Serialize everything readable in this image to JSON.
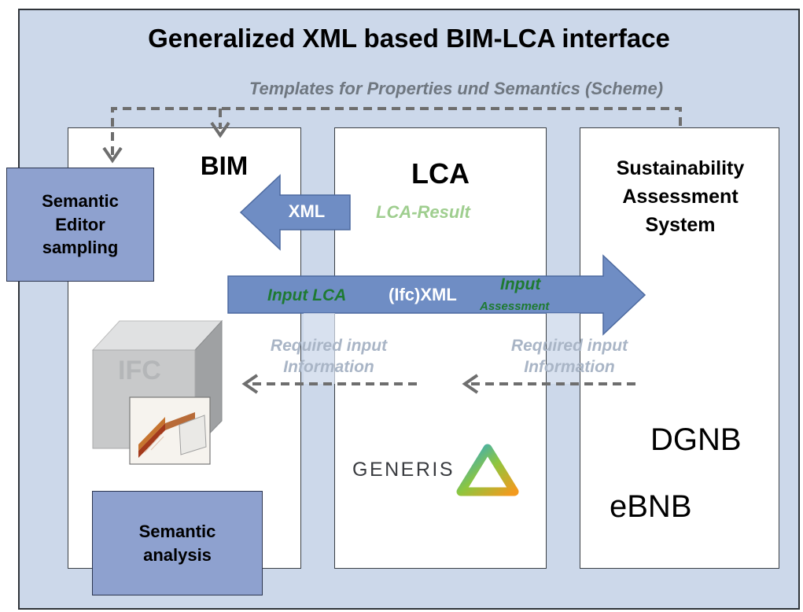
{
  "diagram": {
    "title": "Generalized XML based BIM-LCA interface",
    "subtitle": "Templates for Properties und Semantics (Scheme)",
    "bim": {
      "title": "BIM",
      "ifc_label": "IFC"
    },
    "lca": {
      "title": "LCA",
      "generis_logo": "GENERIS"
    },
    "sustainability": {
      "title_lines": [
        "Sustainability",
        "Assessment",
        "System"
      ]
    },
    "semantic_editor": {
      "lines": [
        "Semantic",
        "Editor",
        "sampling"
      ]
    },
    "semantic_analysis": {
      "lines": [
        "Semantic",
        "analysis"
      ]
    },
    "arrows": {
      "xml": "XML",
      "lca_result": "LCA-Result",
      "input_lca": "Input LCA",
      "ifcxml": "(Ifc)XML",
      "input_assessment": [
        "Input",
        "Assessment"
      ],
      "required_left": [
        "Required input",
        "Information"
      ],
      "required_right": [
        "Required input",
        "Information"
      ]
    },
    "systems": [
      "DGNB",
      "eBNB"
    ],
    "colors": {
      "background": "#ccd8ea",
      "box_fill": "#8ea1cf",
      "arrow_fill": "#6f8dc4",
      "dashed": "#6e6e6e",
      "green_text": "#1e7a32",
      "light_green_text": "#9fce8f"
    }
  }
}
